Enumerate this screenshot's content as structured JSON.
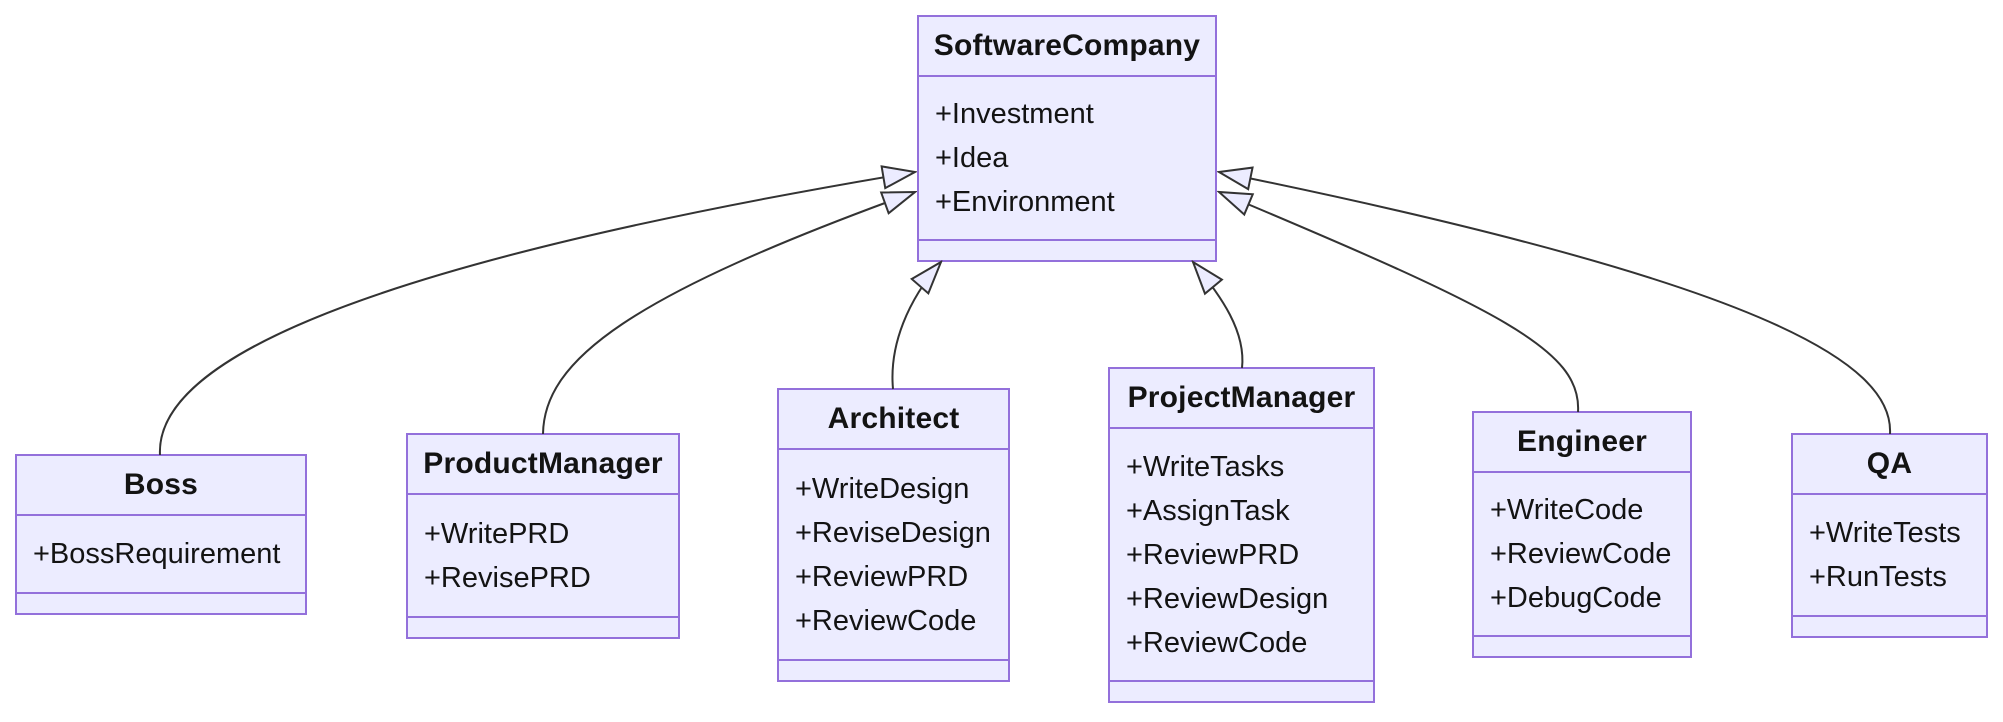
{
  "colors": {
    "node_fill": "#ECECFF",
    "node_border": "#9370DB",
    "edge": "#333333",
    "text": "#131313",
    "background": "#FFFFFF"
  },
  "classes": [
    {
      "name": "SoftwareCompany",
      "members": [
        "+Investment",
        "+Idea",
        "+Environment"
      ],
      "methods": []
    },
    {
      "name": "Boss",
      "members": [
        "+BossRequirement"
      ],
      "methods": []
    },
    {
      "name": "ProductManager",
      "members": [
        "+WritePRD",
        "+RevisePRD"
      ],
      "methods": []
    },
    {
      "name": "Architect",
      "members": [
        "+WriteDesign",
        "+ReviseDesign",
        "+ReviewPRD",
        "+ReviewCode"
      ],
      "methods": []
    },
    {
      "name": "ProjectManager",
      "members": [
        "+WriteTasks",
        "+AssignTask",
        "+ReviewPRD",
        "+ReviewDesign",
        "+ReviewCode"
      ],
      "methods": []
    },
    {
      "name": "Engineer",
      "members": [
        "+WriteCode",
        "+ReviewCode",
        "+DebugCode"
      ],
      "methods": []
    },
    {
      "name": "QA",
      "members": [
        "+WriteTests",
        "+RunTests"
      ],
      "methods": []
    }
  ],
  "relations": [
    {
      "from": "Boss",
      "to": "SoftwareCompany",
      "type": "inheritance"
    },
    {
      "from": "ProductManager",
      "to": "SoftwareCompany",
      "type": "inheritance"
    },
    {
      "from": "Architect",
      "to": "SoftwareCompany",
      "type": "inheritance"
    },
    {
      "from": "ProjectManager",
      "to": "SoftwareCompany",
      "type": "inheritance"
    },
    {
      "from": "Engineer",
      "to": "SoftwareCompany",
      "type": "inheritance"
    },
    {
      "from": "QA",
      "to": "SoftwareCompany",
      "type": "inheritance"
    }
  ]
}
